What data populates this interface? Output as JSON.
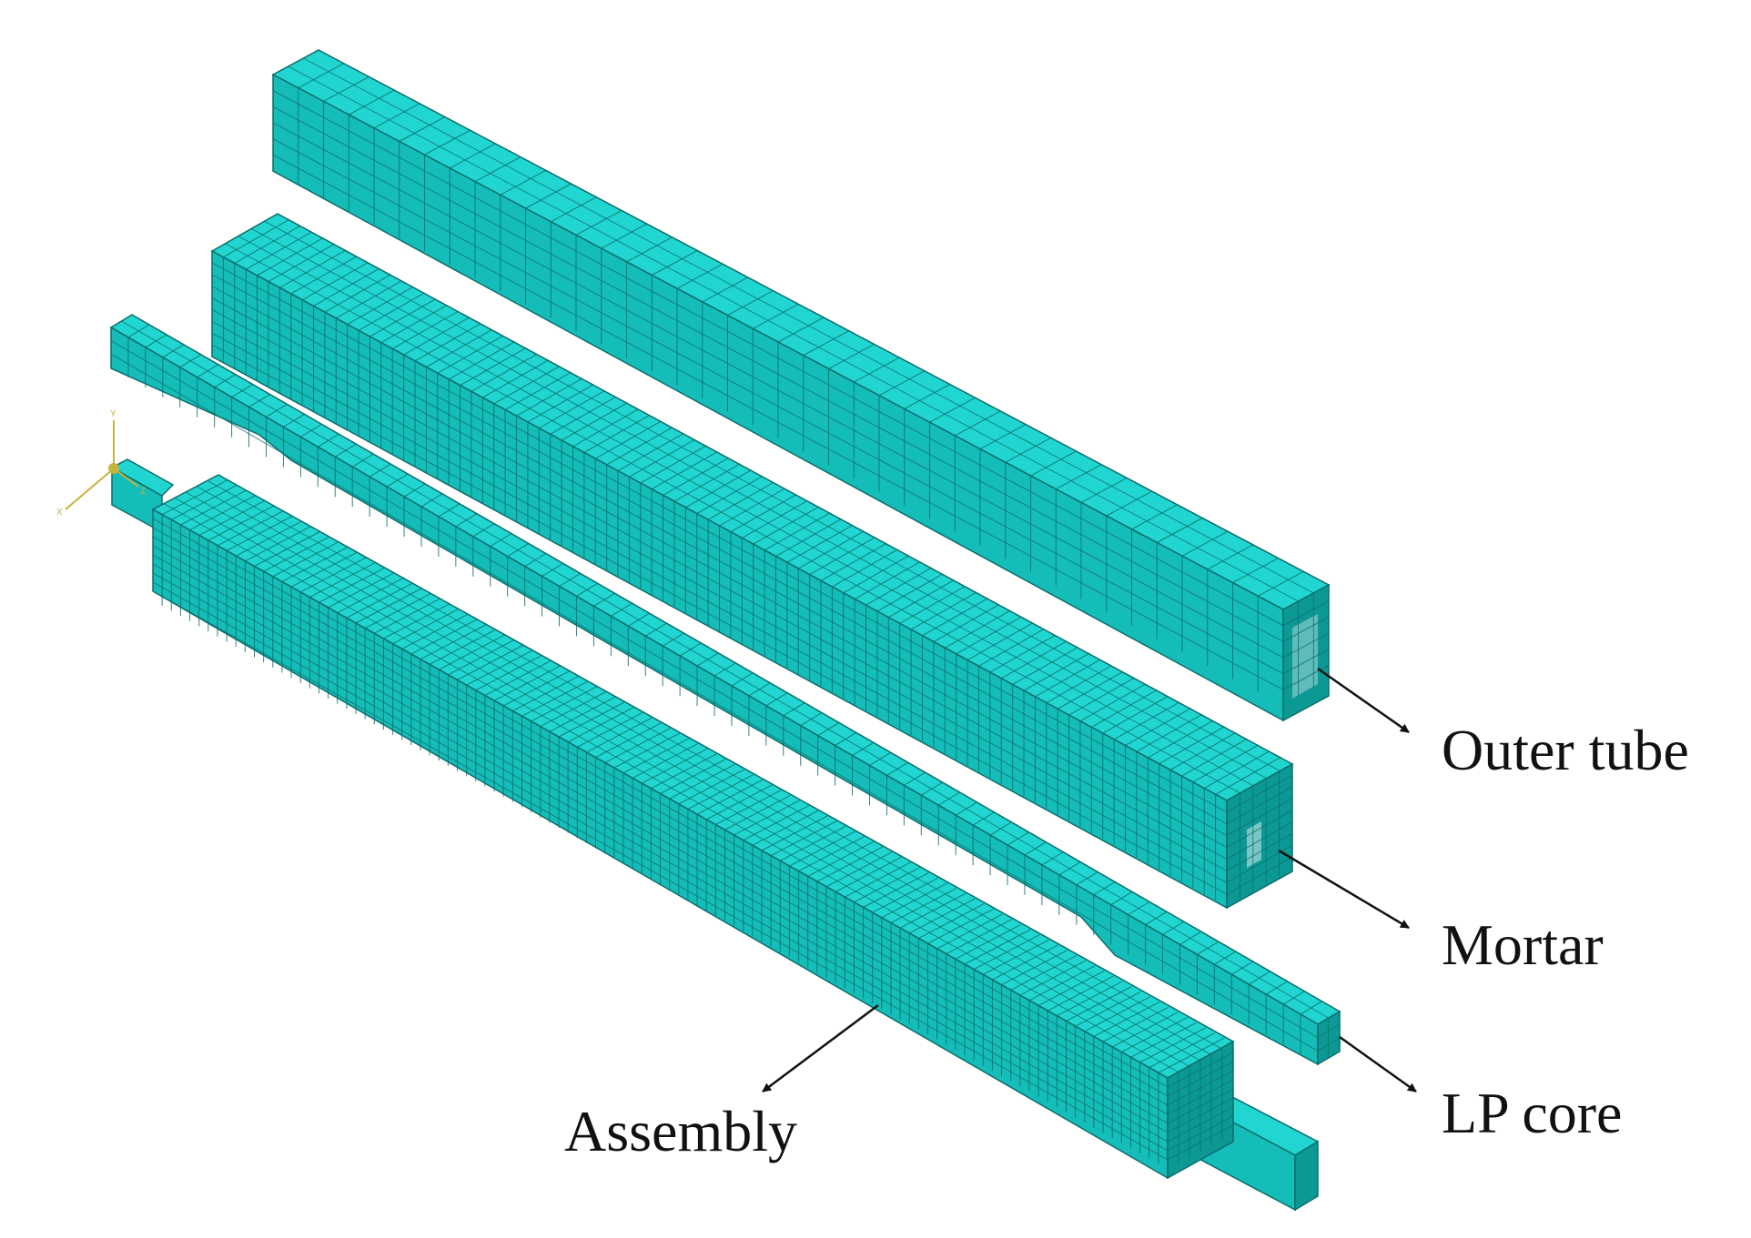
{
  "colors": {
    "mesh_light": "#21d6d1",
    "mesh_mid": "#15bdb9",
    "mesh_dark": "#0c9995",
    "mesh_line": "#0a6e6c",
    "arrow": "#111111",
    "triad": "#c8b23a"
  },
  "parts": [
    {
      "id": "outer-tube",
      "label": "Outer tube"
    },
    {
      "id": "mortar",
      "label": "Mortar"
    },
    {
      "id": "lp-core",
      "label": "LP core"
    },
    {
      "id": "assembly",
      "label": "Assembly"
    }
  ],
  "triad": {
    "x": "X",
    "y": "Y",
    "z": "Z"
  }
}
